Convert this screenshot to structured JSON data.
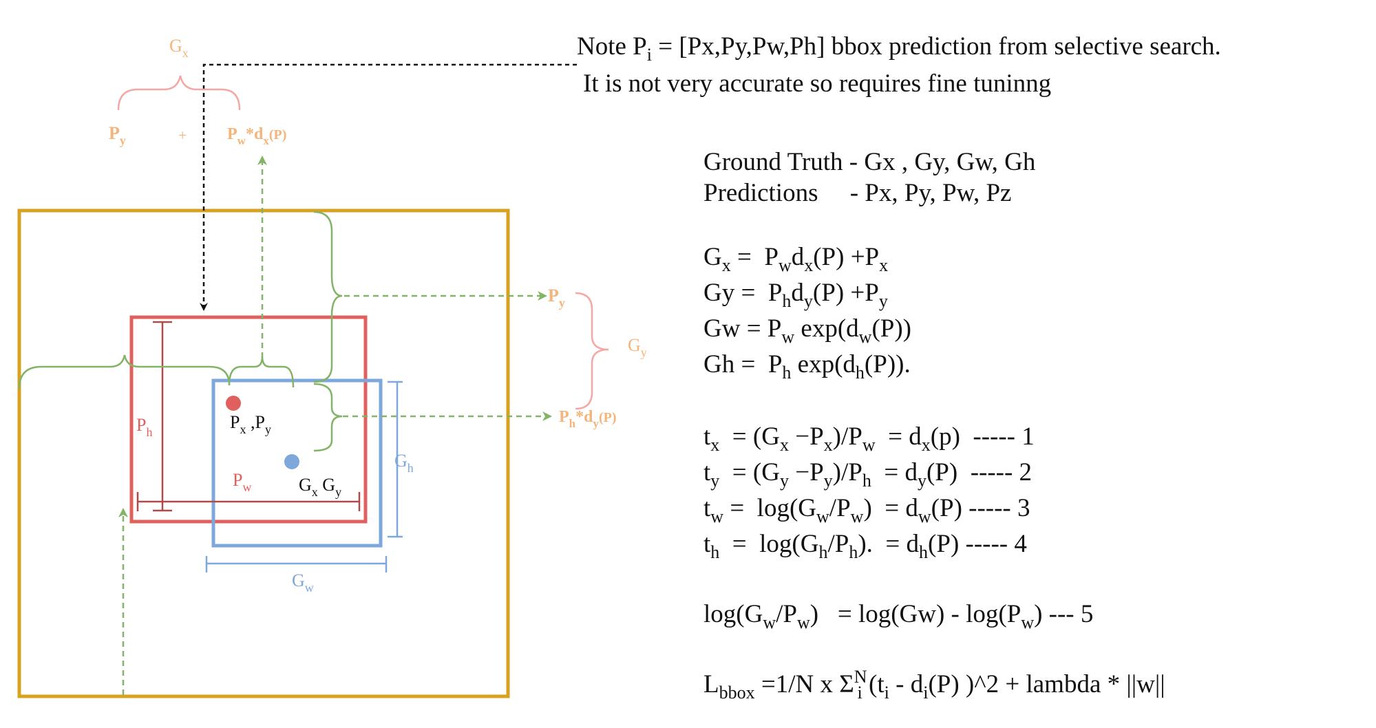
{
  "note": {
    "line1_pre": "Note P",
    "line1_sub": "i",
    "line1_post": " = [Px,Py,Pw,Ph] bbox prediction from selective search.",
    "line2": "It is not very accurate so requires fine tuninng"
  },
  "definitions": {
    "ground_truth": "Ground Truth - Gx , Gy, Gw, Gh",
    "predictions": "Predictions     - Px, Py, Pw, Pz"
  },
  "equations": {
    "gx": {
      "a": "G",
      "a_sub": "x",
      "b": " =  P",
      "b_sub": "w",
      "c": "d",
      "c_sub": "x",
      "d": "(P) +P",
      "d_sub": "x"
    },
    "gy": {
      "a": "Gy =  P",
      "a_sub": "h",
      "b": "d",
      "b_sub": "y",
      "c": "(P) +P",
      "c_sub": "y"
    },
    "gw": {
      "a": "Gw = P",
      "a_sub": "w",
      "b": " exp(d",
      "b_sub": "w",
      "c": "(P))"
    },
    "gh": {
      "a": "Gh =  P",
      "a_sub": "h",
      "b": " exp(d",
      "b_sub": "h",
      "c": "(P))."
    },
    "t1": {
      "t": "t",
      "t_sub": "x",
      "a": "  = (G",
      "a_sub": "x",
      "b": " −P",
      "b_sub": "x",
      "c": ")/P",
      "c_sub": "w",
      "d": "  = d",
      "d_sub": "x",
      "e": "(p)  ----- 1"
    },
    "t2": {
      "t": "t",
      "t_sub": "y",
      "a": "  = (G",
      "a_sub": "y",
      "b": " −P",
      "b_sub": "y",
      "c": ")/P",
      "c_sub": "h",
      "d": "  = d",
      "d_sub": "y",
      "e": "(P)  ----- 2"
    },
    "t3": {
      "t": "t",
      "t_sub": "w",
      "a": " =  log(G",
      "a_sub": "w",
      "b": "/P",
      "b_sub": "w",
      "c": ")  = d",
      "c_sub": "w",
      "d": "(P) ----- 3"
    },
    "t4": {
      "t": "t",
      "t_sub": "h",
      "a": "  =  log(G",
      "a_sub": "h",
      "b": "/P",
      "b_sub": "h",
      "c": ").  = d",
      "c_sub": "h",
      "d": "(P) ----- 4"
    },
    "log5": {
      "a": "log(G",
      "a_sub": "w",
      "b": "/P",
      "b_sub": "w",
      "c": ")   = log(Gw) - log(P",
      "c_sub": "w",
      "d": ") --- 5"
    },
    "loss": {
      "a": "L",
      "a_sub": "bbox",
      "b": " =1/N x Σ",
      "b_sup": "N",
      "b_sub": "i",
      "c": " (t",
      "c_sub": "i",
      "d": " - d",
      "d_sub": "i",
      "e": "(P) )^2 + lambda * ||w||"
    }
  },
  "diagram_labels": {
    "gx_top": {
      "main": "G",
      "sub": "x"
    },
    "py_top": {
      "main": "P",
      "sub": "y"
    },
    "plus": "+",
    "pwdx": {
      "a": "P",
      "a_sub": "w",
      "b": "*d",
      "b_sub": "x",
      "c": "(P)"
    },
    "py_right": {
      "main": "P",
      "sub": "y"
    },
    "gy_right": {
      "main": "G",
      "sub": "y"
    },
    "phdy": {
      "a": "P",
      "a_sub": "h",
      "b": "*d",
      "b_sub": "y",
      "c": "(P)"
    },
    "ph": {
      "main": "P",
      "sub": "h"
    },
    "pxpy": {
      "a": "P",
      "a_sub": "x",
      "b": " ,P",
      "b_sub": "y"
    },
    "pw": {
      "main": "P",
      "sub": "w"
    },
    "gxgy": {
      "a": "G",
      "a_sub": "x",
      "b": " G",
      "b_sub": "y"
    },
    "gh": {
      "main": "G",
      "sub": "h"
    },
    "gw": {
      "main": "G",
      "sub": "w"
    }
  },
  "colors": {
    "image_frame": "#D9A21E",
    "prediction_box": "#E0605E",
    "ground_truth_box": "#7EA7DC",
    "green_arrows": "#82B366",
    "label_orange": "#F5B47A",
    "brace_pink": "#F4A7A3"
  }
}
